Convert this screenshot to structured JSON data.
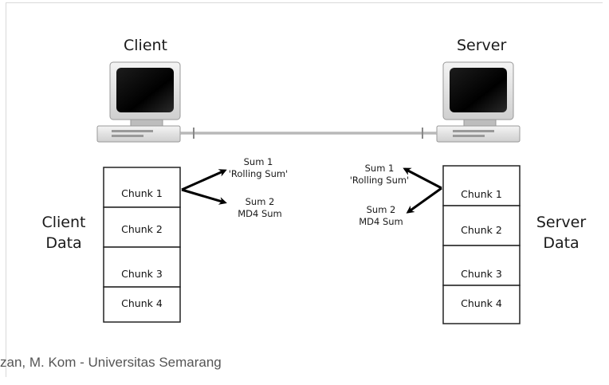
{
  "client": {
    "title": "Client",
    "data_label_line1": "Client",
    "data_label_line2": "Data",
    "chunks": [
      "Chunk 1",
      "Chunk 2",
      "Chunk 3",
      "Chunk 4"
    ]
  },
  "server": {
    "title": "Server",
    "data_label_line1": "Server",
    "data_label_line2": "Data",
    "chunks": [
      "Chunk 1",
      "Chunk 2",
      "Chunk 3",
      "Chunk 4"
    ]
  },
  "client_sums": {
    "sum1_line1": "Sum 1",
    "sum1_line2": "'Rolling Sum'",
    "sum2_line1": "Sum 2",
    "sum2_line2": "MD4 Sum"
  },
  "server_sums": {
    "sum1_line1": "Sum 1",
    "sum1_line2": "'Rolling Sum'",
    "sum2_line1": "Sum 2",
    "sum2_line2": "MD4 Sum"
  },
  "footer": "zan, M. Kom - Universitas Semarang"
}
